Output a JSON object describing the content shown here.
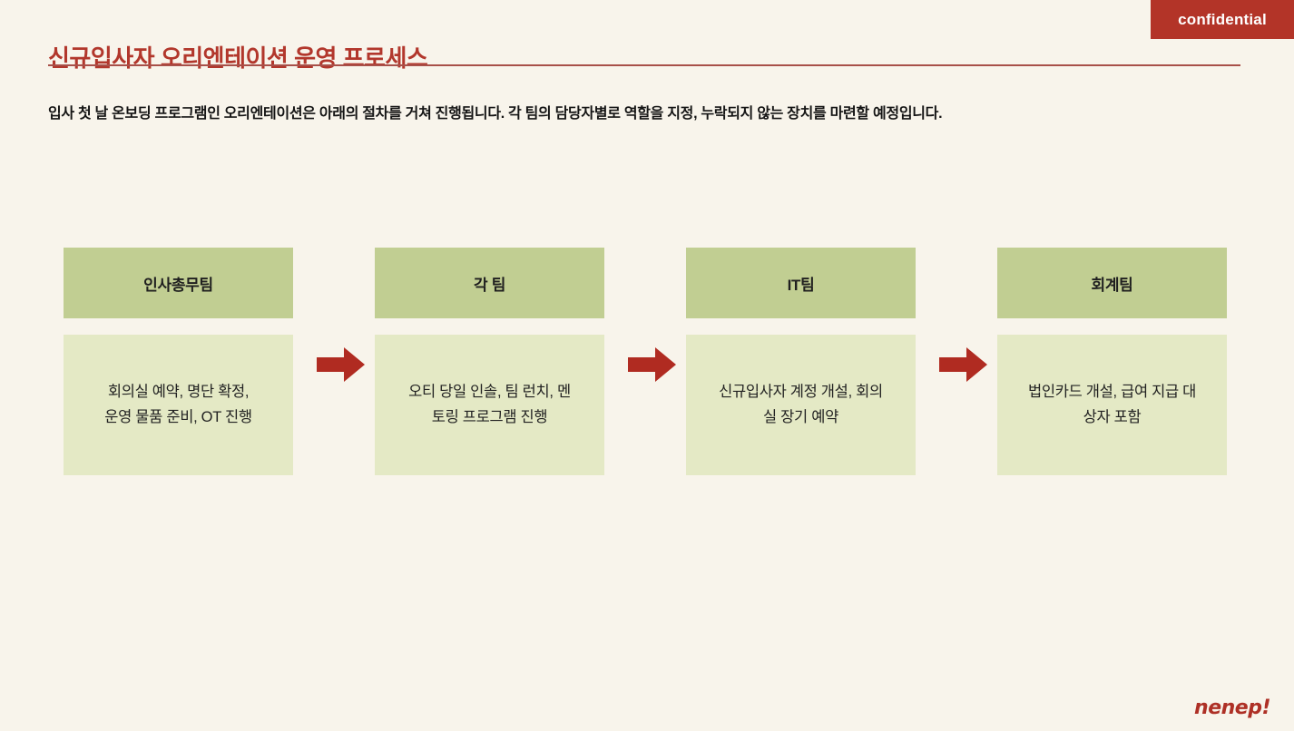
{
  "badge": {
    "label": "confidential"
  },
  "header": {
    "title": "신규입사자 오리엔테이션 운영 프로세스",
    "description": "입사 첫 날 온보딩 프로그램인 오리엔테이션은 아래의 절차를 거쳐 진행됩니다. 각 팀의 담당자별로 역할을 지정, 누락되지 않는 장치를 마련할 예정입니다."
  },
  "process": {
    "steps": [
      {
        "team": "인사총무팀",
        "tasks": "회의실 예약, 명단 확정,\n운영 물품 준비, OT 진행"
      },
      {
        "team": "각 팀",
        "tasks": "오티 당일 인솔, 팀 런치, 멘\n토링 프로그램 진행"
      },
      {
        "team": "IT팀",
        "tasks": "신규입사자 계정 개설, 회의\n실 장기 예약"
      },
      {
        "team": "회계팀",
        "tasks": "법인카드 개설, 급여 지급 대\n상자 포함"
      }
    ],
    "arrow_icon": "right-arrow"
  },
  "footer": {
    "logo": "nenep!"
  },
  "colors": {
    "background": "#f8f4eb",
    "title_red": "#b2372c",
    "badge_red": "#b33428",
    "arrow_red": "#b02b21",
    "rule_red": "#a85049",
    "header_green": "#c1ce92",
    "body_green": "#e4e9c5",
    "logo_red": "#ae3026"
  }
}
